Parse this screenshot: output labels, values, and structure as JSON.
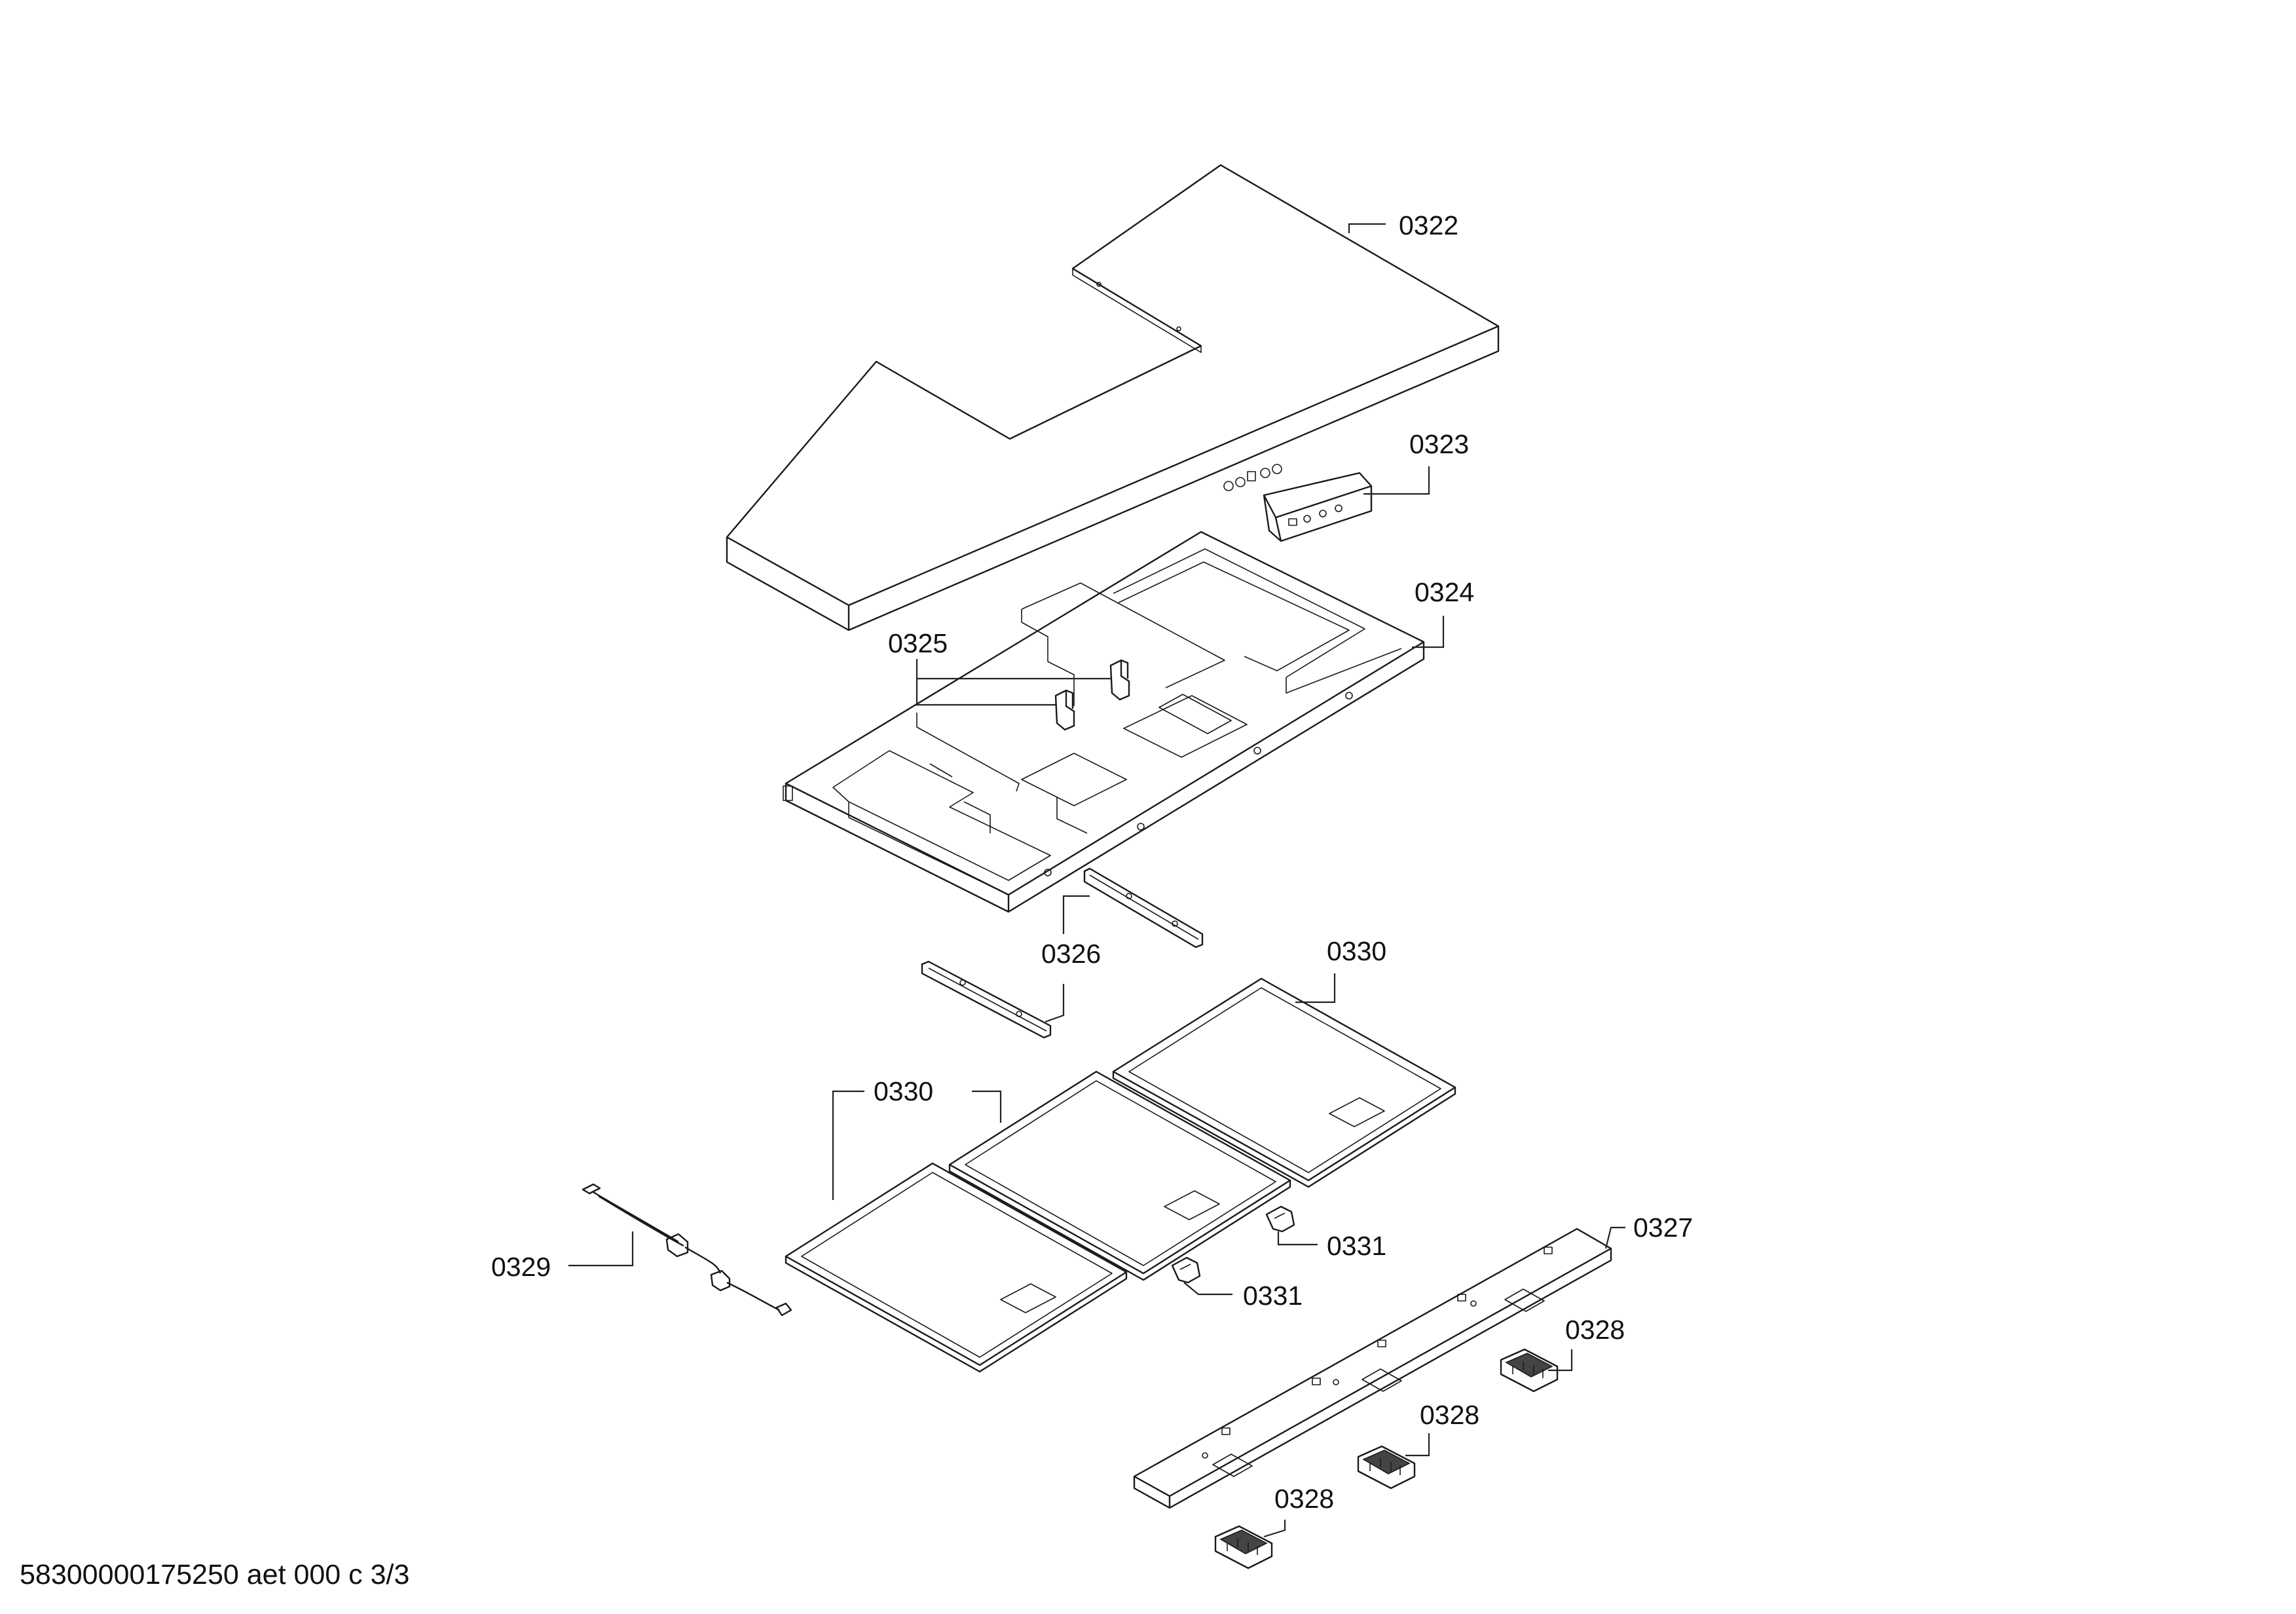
{
  "labels": {
    "p0322": "0322",
    "p0323": "0323",
    "p0324": "0324",
    "p0325": "0325",
    "p0326": "0326",
    "p0327": "0327",
    "p0328": "0328",
    "p0329": "0329",
    "p0330": "0330",
    "p0331": "0331"
  },
  "footer": {
    "code": "58300000175250 aet 000 c 3/3"
  }
}
